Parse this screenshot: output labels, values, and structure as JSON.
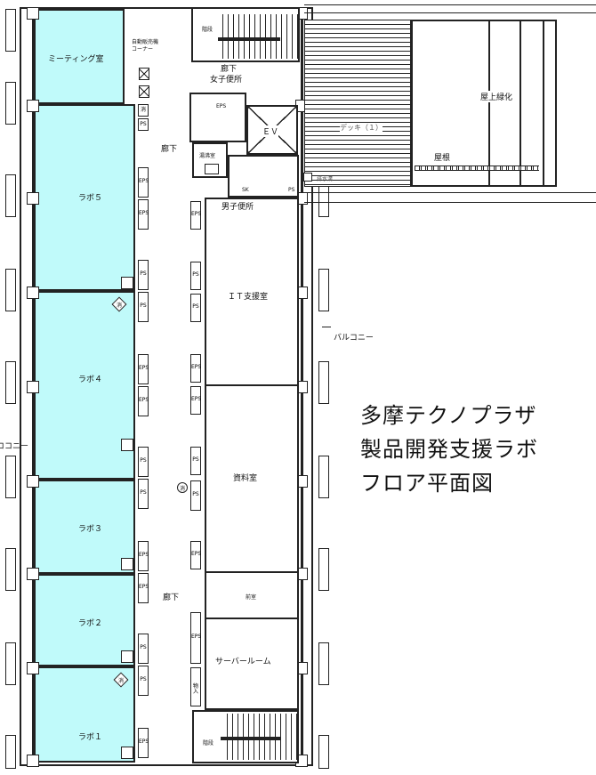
{
  "title": {
    "line1": "多摩テクノプラザ",
    "line2": "製品開発支援ラボ",
    "line3": "フロア平面図"
  },
  "colors": {
    "lab_fill": "#c0fafa",
    "wall": "#222222",
    "background": "#ffffff"
  },
  "rooms": {
    "meeting": "ミーティング室",
    "vending": "自動販売機\nコーナー",
    "lab5": "ラボ５",
    "lab4": "ラボ４",
    "lab3": "ラボ３",
    "lab2": "ラボ２",
    "lab1": "ラボ１",
    "it_support": "ＩＴ支援室",
    "archive": "資料室",
    "anteroom": "前室",
    "server": "サーバールーム",
    "kitchen": "湯沸室",
    "womens_wc": "女子便所",
    "mens_wc": "男子便所",
    "elevator": "ＥＶ",
    "stairs_top": "階段",
    "stairs_bottom": "階段",
    "corridor_top": "廊下",
    "corridor_mid": "廊下",
    "corridor_low": "廊下",
    "deck": "デッキ（１）",
    "rooftop_green": "屋上緑化",
    "roof": "屋根",
    "drain": "排水溝",
    "balcony_right": "バルコニー",
    "balcony_left": "ココニー",
    "storage": "物入"
  },
  "tags": {
    "eps": "EPS",
    "ps": "PS",
    "sk": "SK",
    "extinguisher": "消"
  }
}
